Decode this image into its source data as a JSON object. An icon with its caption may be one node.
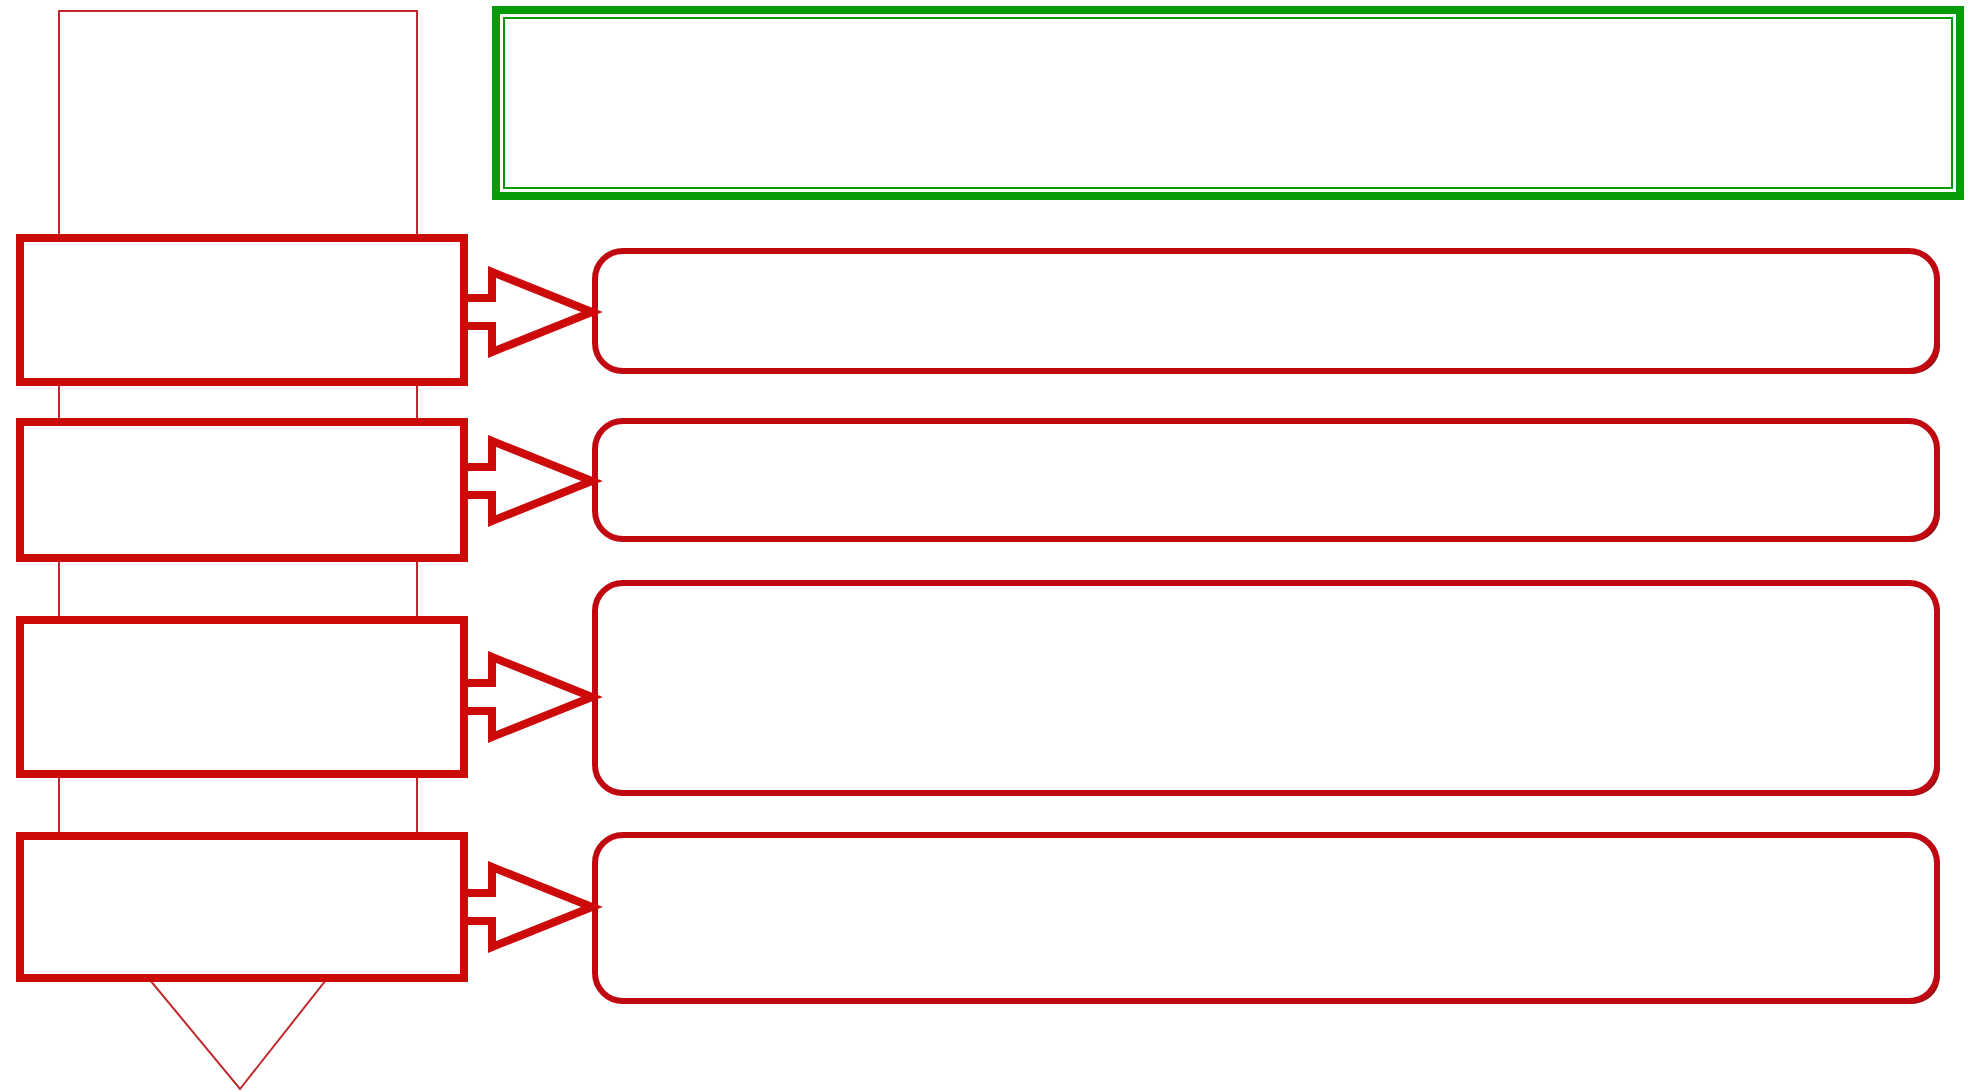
{
  "diagram": {
    "nodes": [
      {
        "text": [],
        "shape": "pentagon"
      },
      {
        "text": [],
        "shape": "box"
      },
      {
        "text": [],
        "shape": "box"
      },
      {
        "text": [],
        "shape": "box"
      },
      {
        "text": [],
        "shape": "box"
      },
      {
        "text": [],
        "shape": "box"
      },
      {
        "text": [],
        "shape": "box"
      },
      {
        "text": [],
        "shape": "box"
      },
      {
        "text": [],
        "shape": "box"
      },
      {
        "text": [],
        "shape": "box"
      }
    ],
    "edges": [
      {
        "from": 2,
        "to": 3,
        "arrow": "to"
      },
      {
        "from": 4,
        "to": 5,
        "arrow": "to"
      },
      {
        "from": 6,
        "to": 7,
        "arrow": "to"
      },
      {
        "from": 8,
        "to": 9,
        "arrow": "to"
      }
    ]
  }
}
